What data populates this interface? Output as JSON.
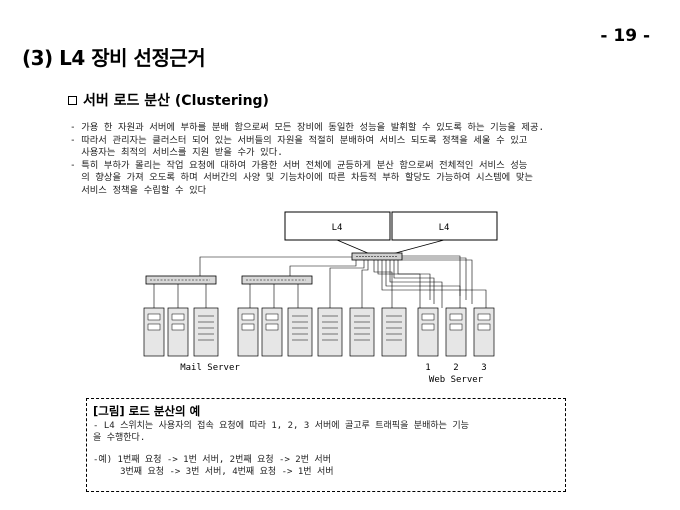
{
  "page_number": "- 19 -",
  "section_title": "(3) L4 장비 선정근거",
  "subsection_title": "서버 로드 분산 (Clustering)",
  "paragraphs": [
    "- 가용 한 자원과 서버에 부하를 분배 함으로써 모든 장비에 동일한 성능을 발휘할 수 있도록 하는 기능을 제공.",
    "- 따라서 관리자는 클러스터 되어 있는 서버들의 자원을 적절히 분배하여 서비스 되도록 정책을 세울 수 있고",
    "  사용자는 최적의 서비스를 지원 받을 수가 있다.",
    "- 특히 부하가 몰리는 작업 요청에 대하여 가용한 서버 전체에 균등하게 분산 함으로써 전체적인 서비스 성능",
    "  의 향상을 가져 오도록 하며 서버간의 사양 및 기능차이에 따른 차등적 부하 할당도 가능하여 시스템에 맞는",
    "  서비스 정책을 수립할 수 있다"
  ],
  "diagram": {
    "l4_left": "L4",
    "l4_right": "L4",
    "mail_server_label": "Mail Server",
    "web_numbers": [
      "1",
      "2",
      "3"
    ],
    "web_server_label": "Web Server"
  },
  "note": {
    "title": "[그림] 로드 분산의 예",
    "lines": [
      "- L4 스위치는 사용자의 접속 요청에 따라 1, 2, 3 서버에 골고루 트래픽을 분배하는 기능",
      "을 수행한다."
    ],
    "example_lines": [
      "-예) 1번째 요청 -> 1번 서버, 2번째 요청 -> 2번 서버",
      "     3번째 요청 -> 3번 서버, 4번째 요청 -> 1번 서버"
    ]
  }
}
